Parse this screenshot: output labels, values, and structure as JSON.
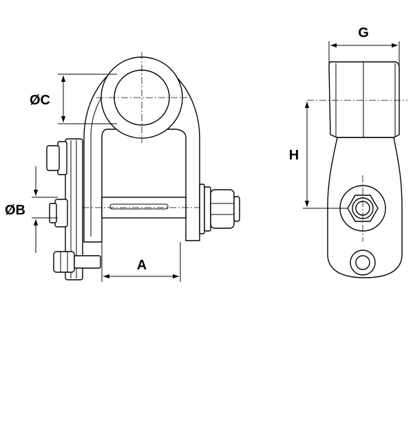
{
  "dimensions": {
    "c": "ØC",
    "b": "ØB",
    "a": "A",
    "g": "G",
    "h": "H"
  }
}
